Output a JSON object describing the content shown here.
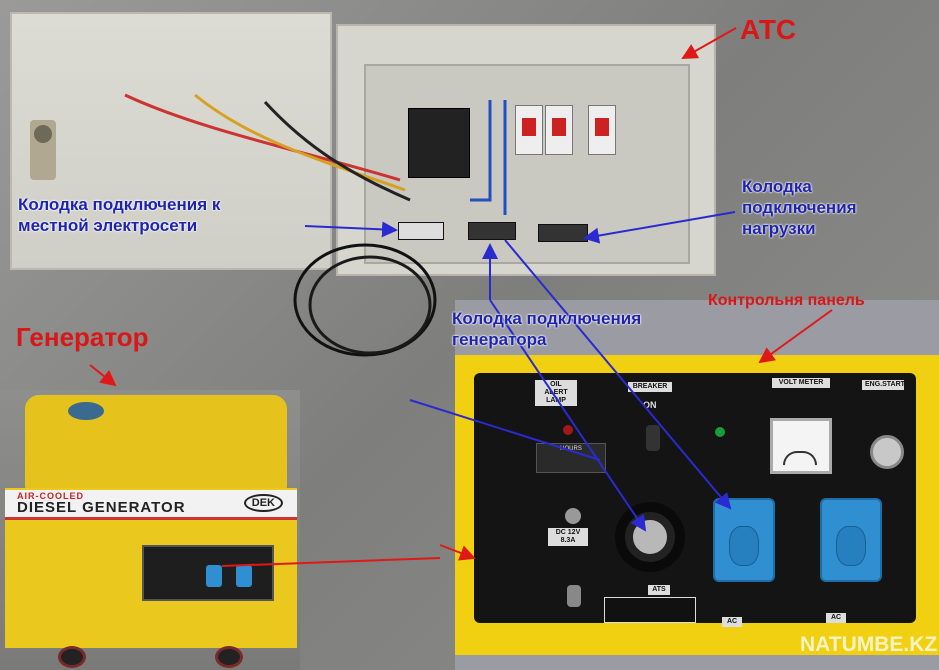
{
  "labels": {
    "ats": "АТС",
    "mains_block": "Колодка подключения к местной электросети",
    "mains_block_l1": "Колодка подключения к",
    "mains_block_l2": "местной электросети",
    "load_block_l1": "Колодка",
    "load_block_l2": "подключения",
    "load_block_l3": "нагрузки",
    "control_panel": "Контрольня панель",
    "generator": "Генератор",
    "gen_block_l1": "Колодка подключения",
    "gen_block_l2": "генератора"
  },
  "generator_unit": {
    "band_small": "AIR-COOLED",
    "band_large": "DIESEL GENERATOR",
    "brand": "DEK"
  },
  "control_panel": {
    "oil_alert": "OIL ALERT LAMP",
    "breaker": "BREAKER",
    "on": "ON",
    "volt_meter": "VOLT METER",
    "eng_start": "ENG.START",
    "hours": "HOURS",
    "dc": "DC 12V 8.3A",
    "ats": "ATS",
    "ac1": "AC",
    "ac2": "AC"
  },
  "watermark": "NATUMBE.KZ",
  "colors": {
    "annotation_blue": "#1f24b0",
    "annotation_red": "#d81818",
    "generator_yellow": "#ebc81e"
  }
}
